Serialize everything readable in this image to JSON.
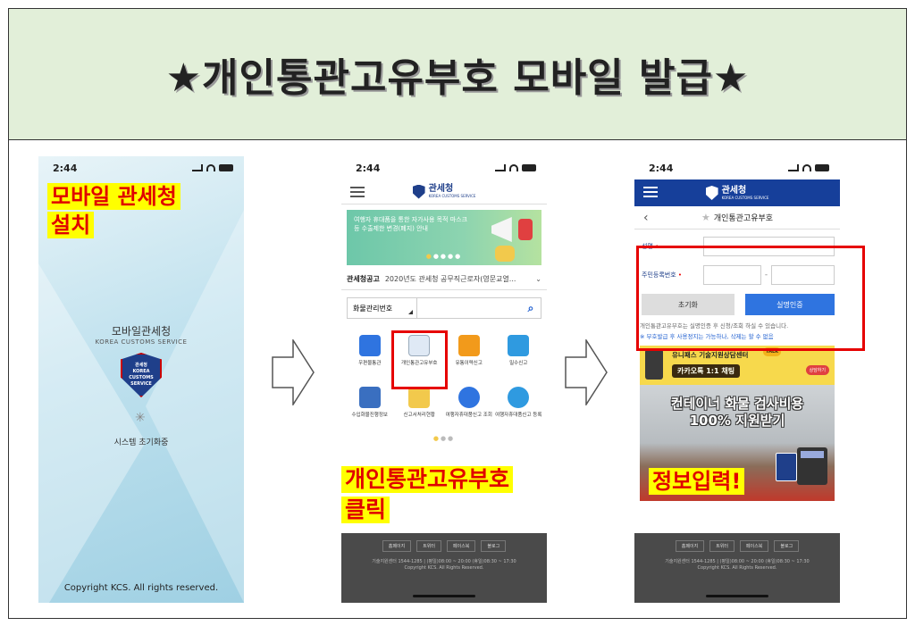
{
  "banner": {
    "title": "★개인통관고유부호 모바일 발급★"
  },
  "phone1": {
    "time": "2:44",
    "label_line1": "모바일 관세청",
    "label_line2": "설치",
    "app_title": "모바일관세청",
    "app_subtitle": "KOREA CUSTOMS SERVICE",
    "shield_line1": "관세청",
    "shield_line2": "KOREA",
    "shield_line3": "CUSTOMS",
    "shield_line4": "SERVICE",
    "loading": "시스템 초기화중",
    "copyright": "Copyright KCS. All rights reserved."
  },
  "phone2": {
    "time": "2:44",
    "logo": "관세청",
    "logo_sub": "KOREA CUSTOMS SERVICE",
    "promo_text": "여행자 휴대품을 통한 자가사용 목적 마스크 등 수출제한 변경(폐지) 안내",
    "notice_key": "관세청공고",
    "notice_value": "2020년도 관세청 공무직근로자(영문교열...",
    "search_select": "화물관리번호",
    "menu": [
      {
        "label": "우편물통관",
        "color": "#2f74e0"
      },
      {
        "label": "개인통관고유부호",
        "color": "#f2b21b"
      },
      {
        "label": "유통이력신고",
        "color": "#f29a1b"
      },
      {
        "label": "밀수신고",
        "color": "#2f9ae0"
      },
      {
        "label": "수입화물진행정보",
        "color": "#3a6fc0"
      },
      {
        "label": "신고서처리현황",
        "color": "#f2c94c"
      },
      {
        "label": "여행자휴대품신고 조회",
        "color": "#2f74e0"
      },
      {
        "label": "여행자휴대품신고 등록",
        "color": "#2f9ae0"
      }
    ],
    "label_line1": "개인통관고유부호",
    "label_line2": "클릭",
    "footer_links": [
      "홈페이지",
      "트위터",
      "페이스북",
      "블로그"
    ],
    "footer_info1": "기술지원센터 1544-1285 | (평일)08:00 ~ 20:00 (휴일)08:30 ~ 17:30",
    "footer_info2": "Copyright KCS. All Rights Reserved."
  },
  "phone3": {
    "time": "2:44",
    "logo": "관세청",
    "logo_sub": "KOREA CUSTOMS SERVICE",
    "page_title": "개인통관고유부호",
    "name_label": "성명",
    "rrn_label": "주민등록번호",
    "reset_button": "초기화",
    "auth_button": "실명인증",
    "note1": "개인통관고유부호는 실명인증 후 신청/조회 하실 수 있습니다.",
    "note2": "※ 부호발급 후 사용정지는 가능하나, 삭제는 할 수 없음",
    "ad_title": "유니패스 기술지원상담센터",
    "ad_talk": "TALK",
    "ad_chat": "카카오톡 1:1 채팅",
    "ad_btn": "상담하기",
    "ad_headline1": "컨테이너 화물 검사비용",
    "ad_headline2": "100% 지원받기",
    "label": "정보입력!",
    "footer_links": [
      "홈페이지",
      "트위터",
      "페이스북",
      "블로그"
    ],
    "footer_info1": "기술지원센터 1544-1285 | (평일)08:00 ~ 20:00 (휴일)08:30 ~ 17:30",
    "footer_info2": "Copyright KCS. All Rights Reserved."
  }
}
